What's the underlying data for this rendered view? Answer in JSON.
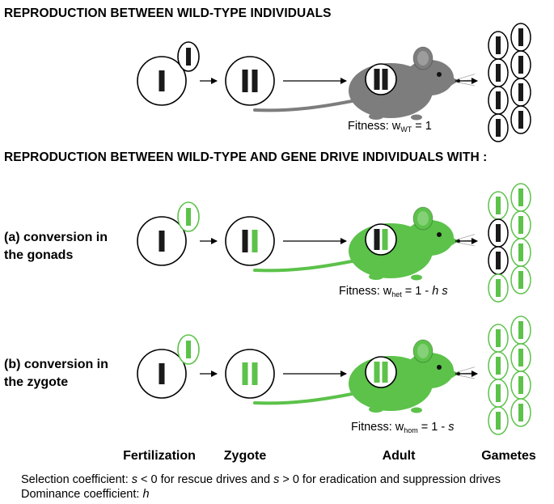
{
  "titles": {
    "wild_type": "REPRODUCTION BETWEEN WILD-TYPE INDIVIDUALS",
    "gene_drive": "REPRODUCTION BETWEEN WILD-TYPE AND GENE DRIVE INDIVIDUALS WITH :"
  },
  "rows": {
    "a": {
      "label_line1": "(a) conversion in",
      "label_line2": "the gonads"
    },
    "b": {
      "label_line1": "(b) conversion in",
      "label_line2": "the zygote"
    }
  },
  "fitness": {
    "wt": {
      "prefix": "Fitness: w",
      "sub": "WT",
      "rest": " = 1"
    },
    "het": {
      "prefix": "Fitness: w",
      "sub": "het",
      "pre_h": " = 1 - ",
      "h": "h",
      "mid": " ",
      "s": "s"
    },
    "hom": {
      "prefix": "Fitness: w",
      "sub": "hom",
      "pre_s": " = 1 - ",
      "s": "s"
    }
  },
  "stages": {
    "fertilization": "Fertilization",
    "zygote": "Zygote",
    "adult": "Adult",
    "gametes": "Gametes"
  },
  "footnotes": {
    "selection": {
      "t1": "Selection coefficient: ",
      "s1": "s",
      "t2": " < 0 for rescue drives and ",
      "s2": "s",
      "t3": " > 0 for eradication and suppression drives"
    },
    "dominance": {
      "t1": "Dominance coefficient: ",
      "h": "h"
    }
  },
  "colors": {
    "wild_type_allele": "#1a1a1a",
    "drive_allele": "#5cc24a",
    "mouse_wild_type": "#7d7d7d",
    "mouse_gene_drive": "#5cc24a"
  },
  "gamete_alleles": {
    "wild_type": [
      "wt",
      "wt",
      "wt",
      "wt",
      "wt",
      "wt",
      "wt",
      "wt"
    ],
    "gonads": [
      "drive",
      "drive",
      "wt",
      "drive",
      "wt",
      "drive",
      "drive",
      "drive"
    ],
    "zygote": [
      "drive",
      "drive",
      "drive",
      "drive",
      "drive",
      "drive",
      "drive",
      "drive"
    ]
  }
}
